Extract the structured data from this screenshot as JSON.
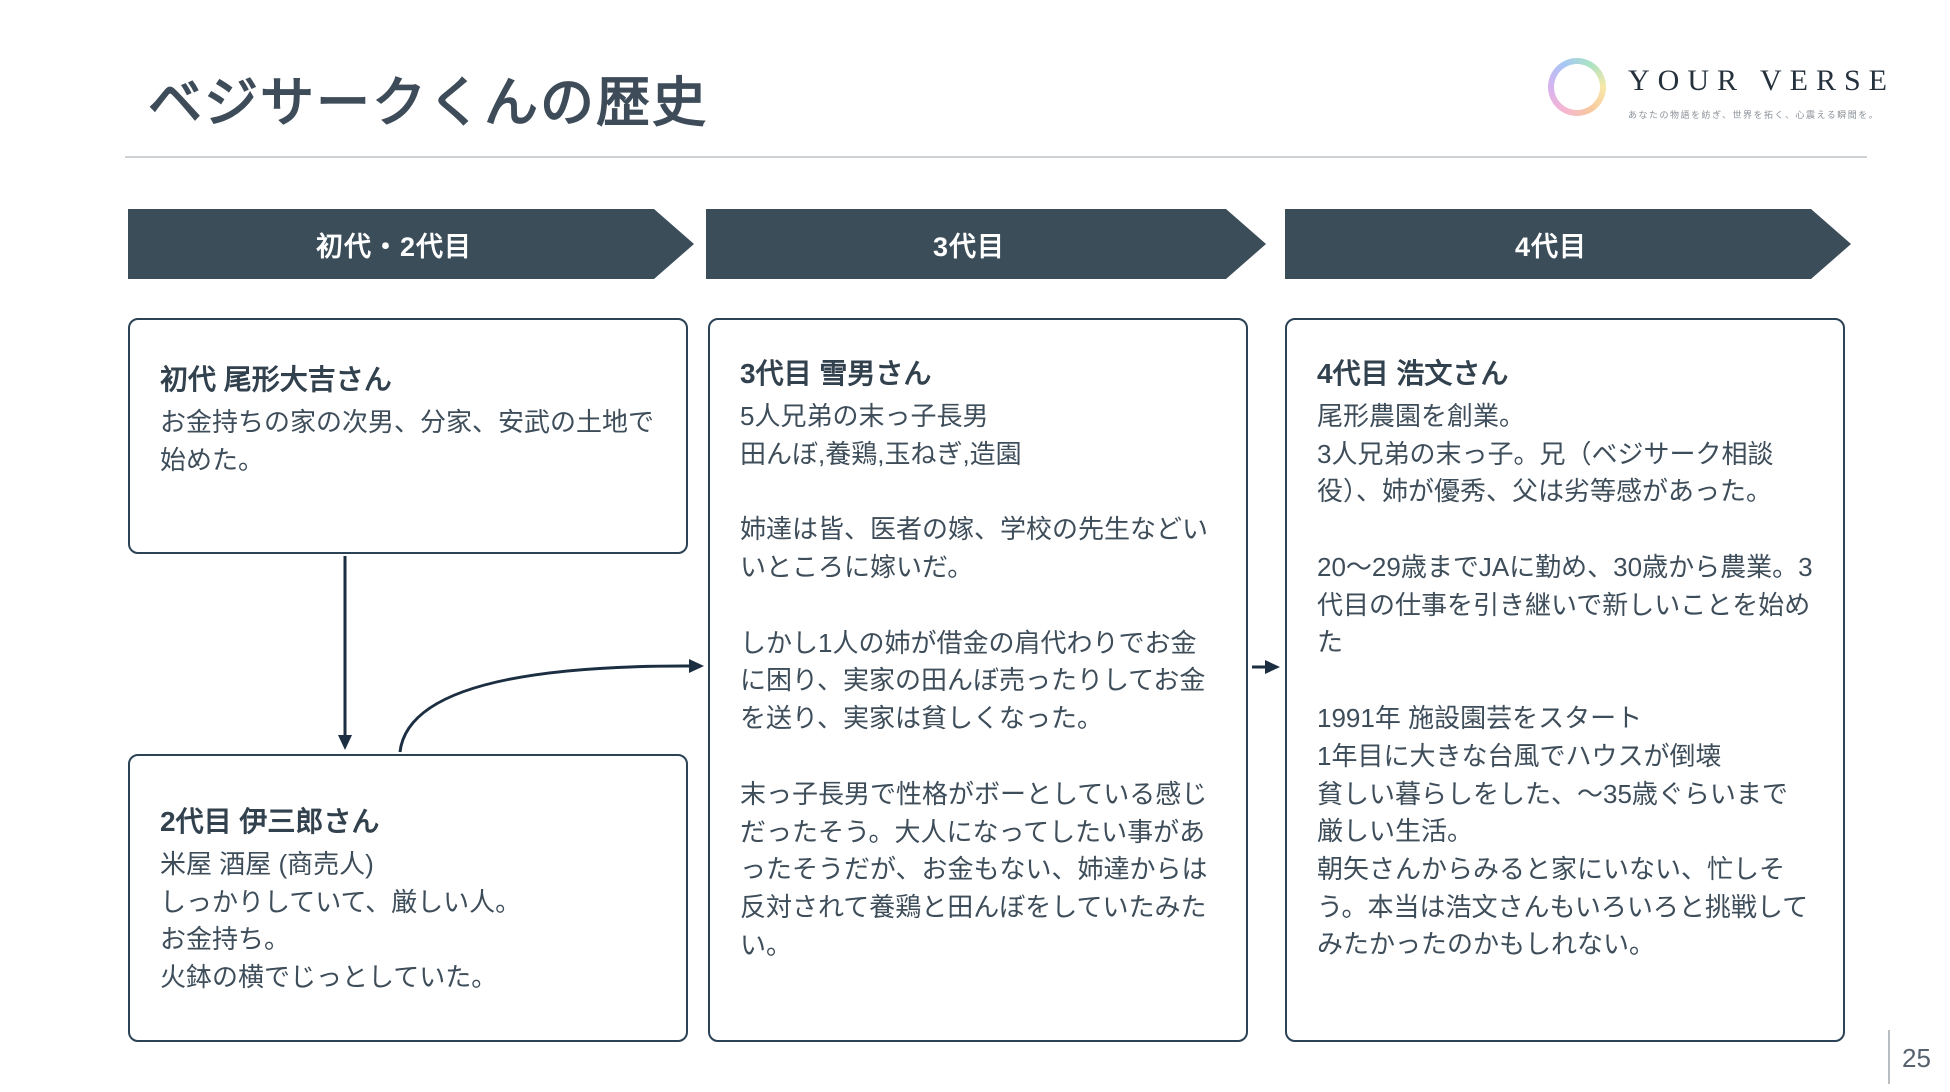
{
  "slide": {
    "title": "ベジサークくんの歴史",
    "page_number": "25"
  },
  "logo": {
    "brand": "YOUR VERSE",
    "tagline": "あなたの物語を紡ぎ、世界を拓く、心震える瞬間を。"
  },
  "timeline": {
    "headers": [
      {
        "label": "初代・2代目"
      },
      {
        "label": "3代目"
      },
      {
        "label": "4代目"
      }
    ]
  },
  "boxes": {
    "gen1": {
      "title": "初代 尾形大吉さん",
      "paragraphs": [
        "お金持ちの家の次男、分家、安武の土地で始めた。"
      ]
    },
    "gen2": {
      "title": "2代目 伊三郎さん",
      "paragraphs": [
        "米屋 酒屋 (商売人)\nしっかりしていて、厳しい人。\nお金持ち。\n火鉢の横でじっとしていた。"
      ]
    },
    "gen3": {
      "title": "3代目 雪男さん",
      "paragraphs": [
        "5人兄弟の末っ子長男\n田んぼ,養鶏,玉ねぎ,造園",
        "姉達は皆、医者の嫁、学校の先生などいいところに嫁いだ。",
        "しかし1人の姉が借金の肩代わりでお金に困り、実家の田んぼ売ったりしてお金を送り、実家は貧しくなった。",
        "末っ子長男で性格がボーとしている感じだったそう。大人になってしたい事があったそうだが、お金もない、姉達からは反対されて養鶏と田んぼをしていたみたい。"
      ]
    },
    "gen4": {
      "title": "4代目 浩文さん",
      "paragraphs": [
        "尾形農園を創業。\n3人兄弟の末っ子。兄（ベジサーク相談役）、姉が優秀、父は劣等感があった。",
        "20〜29歳までJAに勤め、30歳から農業。3代目の仕事を引き継いで新しいことを始めた",
        "1991年 施設園芸をスタート\n1年目に大きな台風でハウスが倒壊\n貧しい暮らしをした、〜35歳ぐらいまで厳しい生活。\n朝矢さんからみると家にいない、忙しそう。本当は浩文さんもいろいろと挑戦してみたかったのかもしれない。"
      ]
    }
  },
  "colors": {
    "header_fill": "#3b4d59",
    "box_border": "#2c4257",
    "arrow": "#1c2e41",
    "text": "#3e4d5a"
  }
}
